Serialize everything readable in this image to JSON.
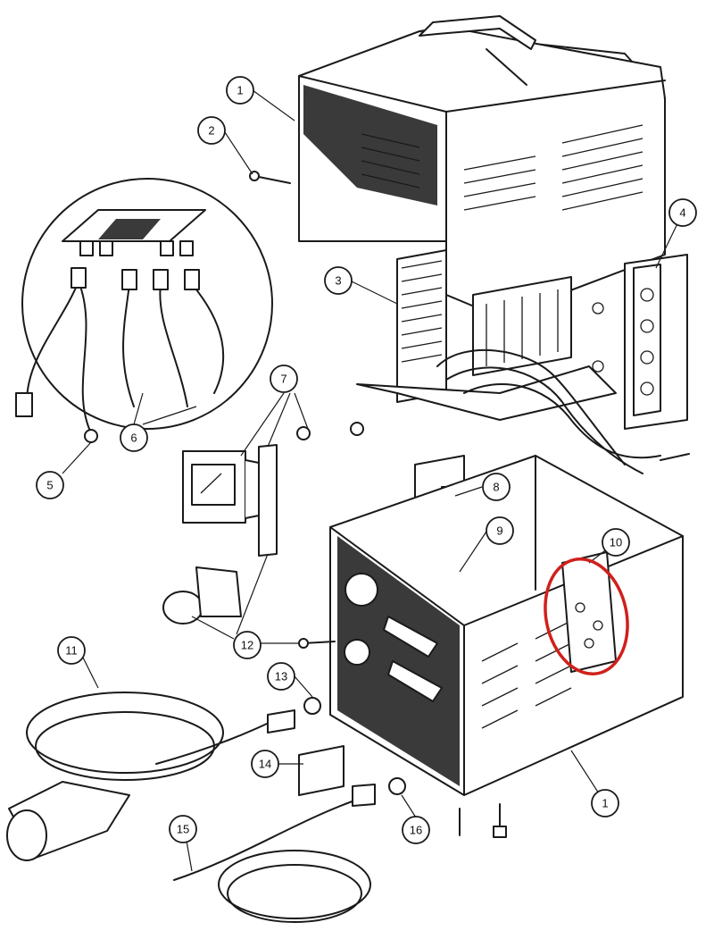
{
  "callouts": [
    {
      "label": "1"
    },
    {
      "label": "2"
    },
    {
      "label": "1"
    },
    {
      "label": "3"
    },
    {
      "label": "4"
    },
    {
      "label": "5"
    },
    {
      "label": "6"
    },
    {
      "label": "7"
    },
    {
      "label": "8"
    },
    {
      "label": "9"
    },
    {
      "label": "10"
    },
    {
      "label": "11"
    },
    {
      "label": "12"
    },
    {
      "label": "13"
    },
    {
      "label": "14"
    },
    {
      "label": "15"
    },
    {
      "label": "16"
    }
  ],
  "colors": {
    "highlight_ring": "#d0201b",
    "line": "#1a1a1a",
    "dark_panel": "#3a3a3a"
  }
}
